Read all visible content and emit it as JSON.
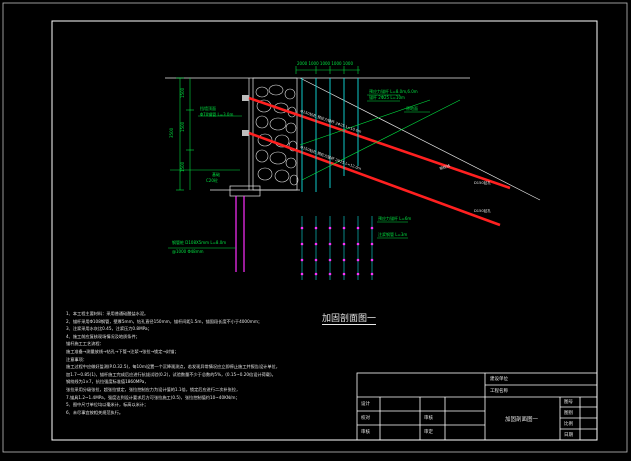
{
  "drawing": {
    "section_title": "加固剖面图一",
    "dims": {
      "top_spacing": "2000 1000 1000 1000 1000",
      "height_total": "3500",
      "height_upper": "1500",
      "height_mid": "1500",
      "height_lower": "1500"
    },
    "labels": {
      "anchor_upper_1": "预应力锚杆  L=8.0m,6.0m",
      "anchor_upper_2": "锚杆 2Φ25  L=10m",
      "anchor_mid_1": "预应力锚杆 L=12.0m",
      "anchor_mid_2": "Φ150 钻孔",
      "retain_wall_1": "挡墙顶面",
      "retain_wall_2": "Φ70钢管 L=3.0m",
      "base": "基础",
      "base_2": "C20砼",
      "pile_1": "钢管桩  D108X5mm  L=8.0m",
      "pile_2": "@1000  Φ48mm",
      "grid_1": "预应力锚杆 L=6m",
      "grid_2": "注浆钢管 L=3m",
      "slope_text_1": "Φ150钻孔 预应力锚杆 2Φ25 L=10.0m",
      "slope_text_2": "Φ150钻孔 预应力锚杆 2Φ25 L=12.0m",
      "slope_text_3": "钢绞线",
      "slope_text_4": "D150钻孔",
      "slope_text_5": "D150钻孔",
      "ground": "原地面"
    }
  },
  "notes": [
    "1、本工程主要材料：采用普通硅酸盐水泥。",
    "2、锚杆采用Φ108钢管，壁厚5mm，钻孔直径150mm，锚杆间距1.5m，锚固段长度不小于4000mm；",
    "3、注浆采用水灰比0.45，注浆压力0.8MPa；",
    "4、施工前应复核现场情况及地质条件；",
    "   锚杆施工工艺流程：",
    "   施工准备→测量放线→钻孔→下管→注浆→张拉→锁定→封锚；",
    "   注意事项：",
    "   施工过程中应做好监测(P.O.32.5)，每10m设置一个沉降观测点，若发现异常情况应立即停止施工并报告设计单位，",
    "加1.7~0.85(1)，锚杆施工完成后应进行抗拔试验(0.2)，试验数量不少于总数的5%，(0.15~0.20倍设计荷载)。",
    "   钢绞线为1×7，抗拉强度标准值1860MPa，",
    "   张拉采用分级张拉，超张拉锁定，张拉控制应力为设计值的1.1倍，锁定后应进行二次补张拉，",
    "7.锚具1.2~1.4MPa，强度达到设计要求后方可张拉施工(0.5)，张拉控制值约10~40KN/m；",
    "5、图中尺寸单位均以毫米计，标高以米计；",
    "6、未尽事宜按相关规范执行。"
  ],
  "title_block": {
    "project_label": "建设单位",
    "work_label": "工程名称",
    "rows": [
      "设计",
      "校对",
      "审核"
    ],
    "rows_b": [
      "审核",
      "审定"
    ],
    "drawing_name": "加固剖面图一",
    "right_labels": [
      "图号",
      "图别",
      "比例",
      "日期"
    ]
  },
  "colors": {
    "frame": "#ffffff",
    "rebar": "#ff2020",
    "green": "#00e040",
    "cyan": "#10e0e0",
    "magenta": "#ff30ff",
    "white": "#e8e8e8"
  }
}
